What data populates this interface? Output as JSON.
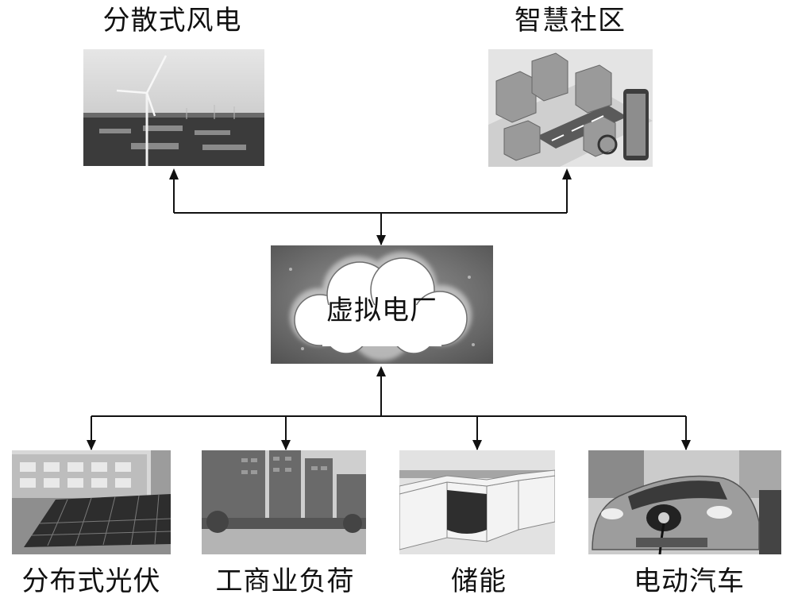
{
  "top_nodes": {
    "wind": {
      "label": "分散式风电",
      "image": "wind-turbine-photo"
    },
    "community": {
      "label": "智慧社区",
      "image": "smart-community-illustration"
    }
  },
  "center_node": {
    "label": "虚拟电厂",
    "image": "cloud-graphic"
  },
  "bottom_nodes": {
    "pv": {
      "label": "分布式光伏",
      "image": "rooftop-solar-photo"
    },
    "commercial": {
      "label": "工商业负荷",
      "image": "city-buildings-photo"
    },
    "storage": {
      "label": "储能",
      "image": "battery-storage-photo"
    },
    "ev": {
      "label": "电动汽车",
      "image": "electric-car-photo"
    }
  },
  "colors": {
    "line": "#111111",
    "cloud": "#ffffff"
  }
}
